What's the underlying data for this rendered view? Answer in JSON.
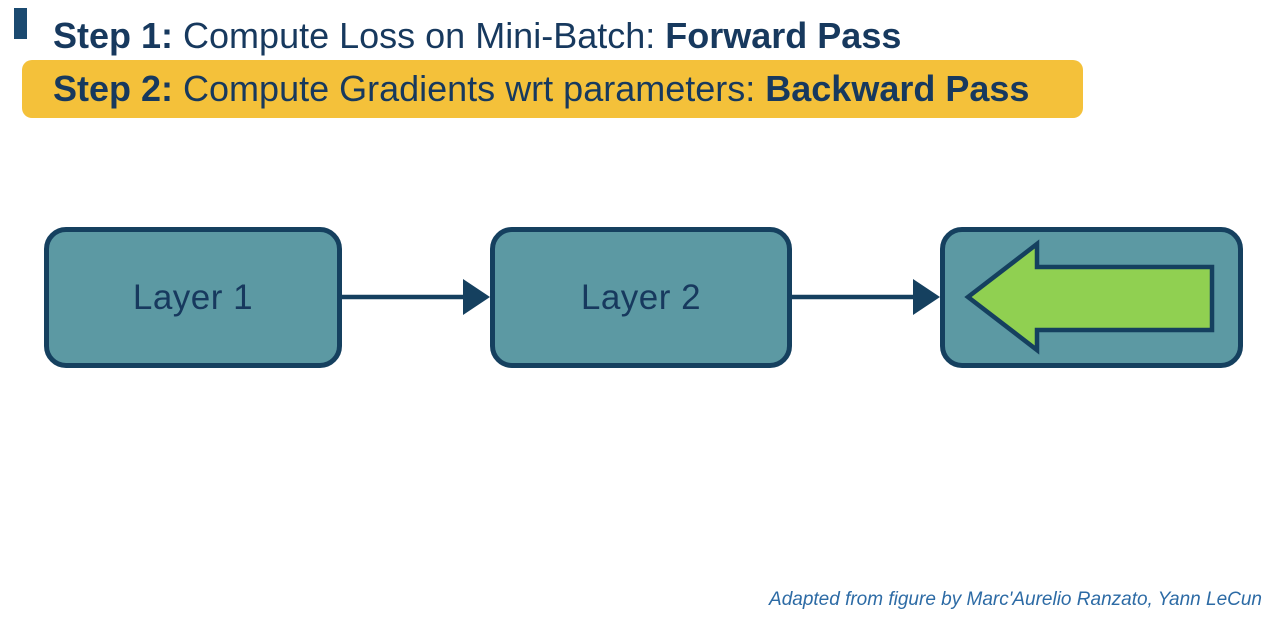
{
  "steps": [
    {
      "prefix": "Step 1:",
      "middle": " Compute Loss on Mini-Batch: ",
      "emphasis": "Forward Pass",
      "highlighted": false
    },
    {
      "prefix": "Step 2:",
      "middle": " Compute Gradients wrt parameters: ",
      "emphasis": "Backward Pass",
      "highlighted": true
    }
  ],
  "diagram": {
    "nodes": [
      {
        "label": "Layer 1"
      },
      {
        "label": "Layer 2"
      },
      {
        "label": "",
        "icon": "backward-arrow-icon"
      }
    ],
    "connectors": [
      {
        "icon": "right-arrow-icon",
        "from": "Layer 1",
        "to": "Layer 2"
      },
      {
        "icon": "right-arrow-icon",
        "from": "Layer 2",
        "to": "backward-pass-node"
      }
    ]
  },
  "credit": "Adapted from figure by Marc'Aurelio Ranzato, Yann LeCun",
  "colors": {
    "text_navy": "#17395e",
    "border_navy": "#15405f",
    "highlight_yellow": "#f4c13a",
    "node_teal": "#5c99a3",
    "arrow_green": "#90d051",
    "credit_blue": "#2d6ba5",
    "corner_accent": "#1b4a70"
  }
}
